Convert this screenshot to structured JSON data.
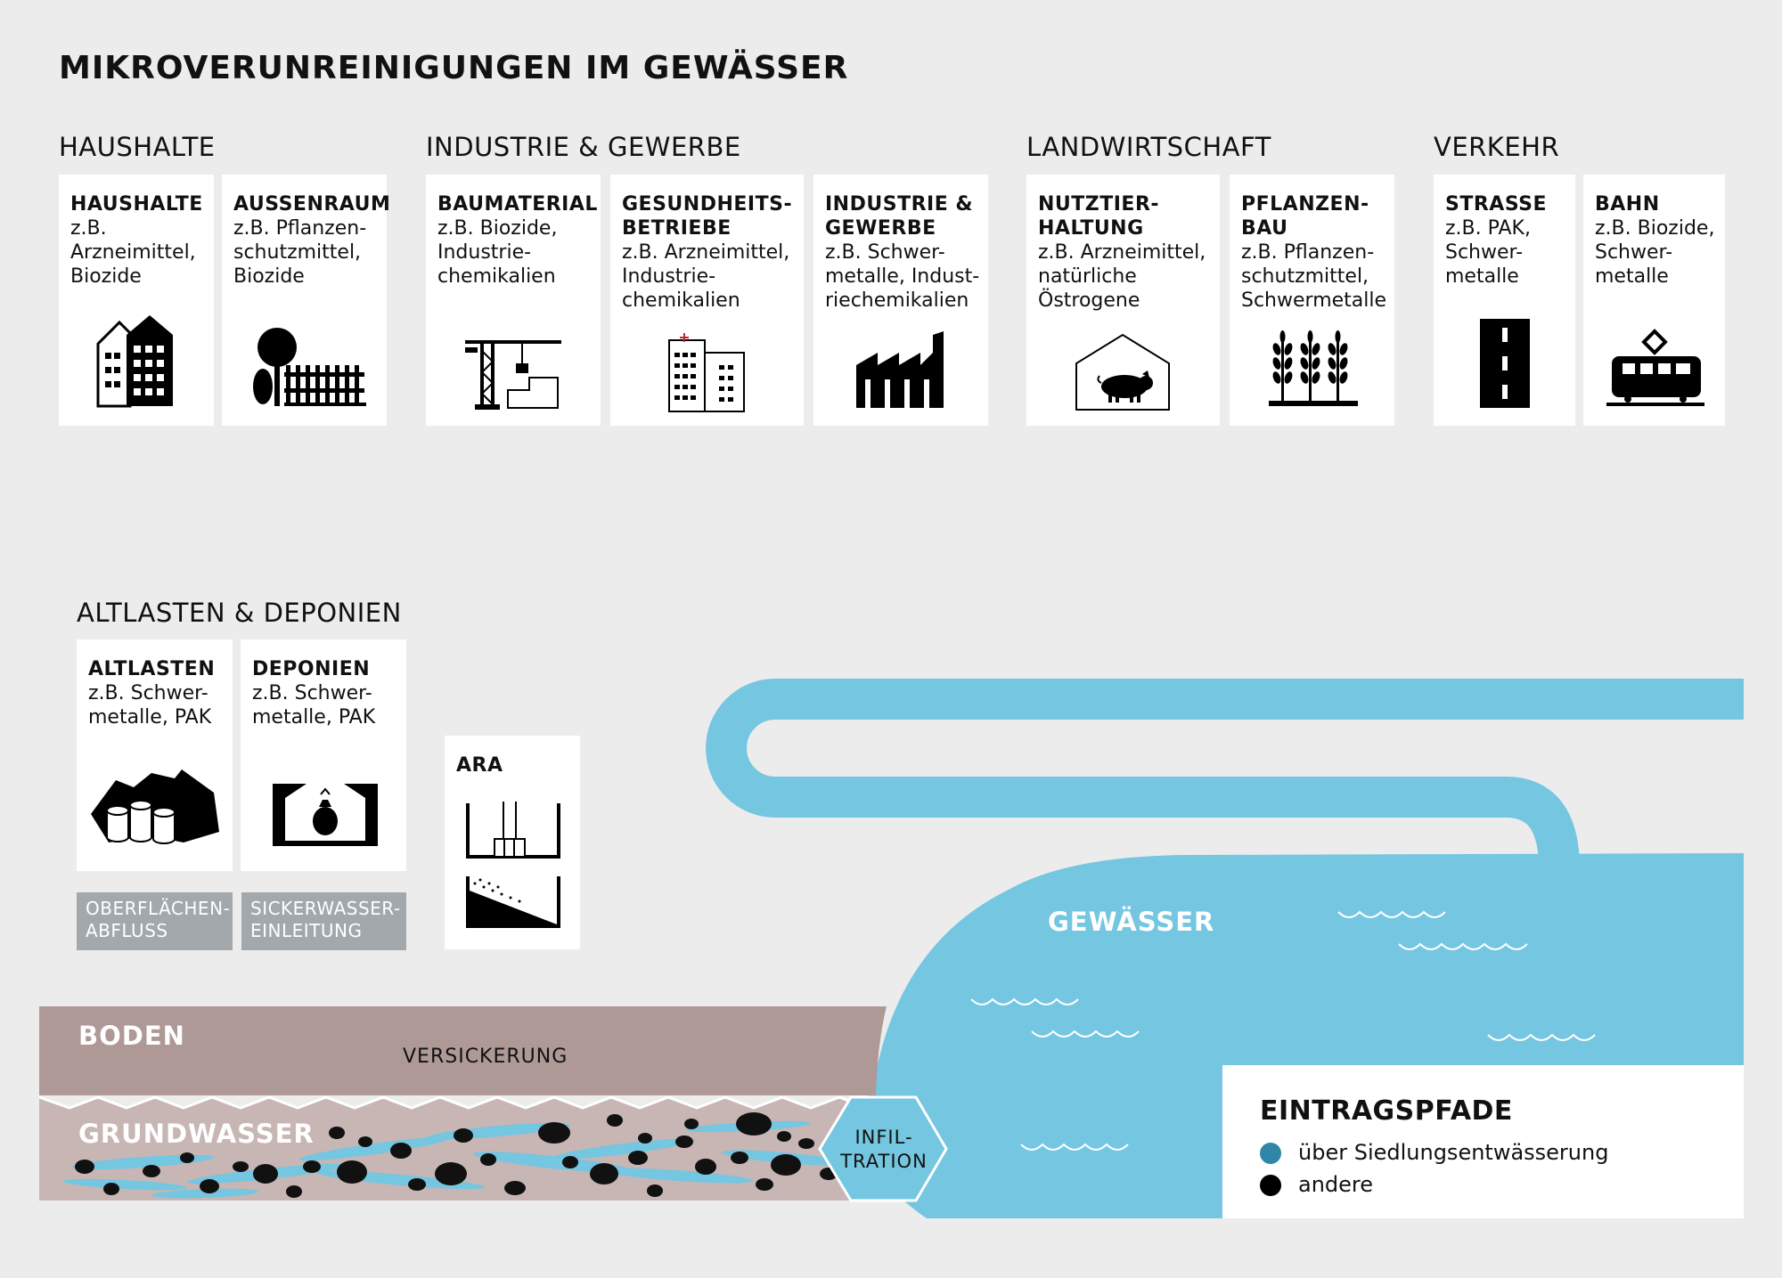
{
  "title": "MIKROVERUNREINIGUNGEN IM GEWÄSSER",
  "groups": {
    "haushalte": "HAUSHALTE",
    "industrie": "INDUSTRIE & GEWERBE",
    "landwirtschaft": "LANDWIRTSCHAFT",
    "verkehr": "VERKEHR",
    "altlasten": "ALTLASTEN & DEPONIEN"
  },
  "cards": [
    {
      "title": "HAUSHALTE",
      "desc": "z.B.\nArzneimittel,\nBiozide",
      "icon": "apartment-buildings-icon"
    },
    {
      "title": "AUSSENRAUM",
      "desc": "z.B. Pflanzen-\nschutzmittel,\nBiozide",
      "icon": "tree-fence-icon"
    },
    {
      "title": "BAUMATERIAL",
      "desc": "z.B. Biozide,\nIndustrie-\nchemikalien",
      "icon": "construction-crane-icon"
    },
    {
      "title": "GESUNDHEITS-\nBETRIEBE",
      "desc": "z.B. Arzneimittel,\nIndustrie-\nchemikalien",
      "icon": "hospital-icon"
    },
    {
      "title": "INDUSTRIE &\nGEWERBE",
      "desc": "z.B. Schwer-\nmetalle, Indust-\nriechemikalien",
      "icon": "factory-icon"
    },
    {
      "title": "NUTZTIER-\nHALTUNG",
      "desc": "z.B. Arzneimittel,\nnatürliche\nÖstrogene",
      "icon": "pig-barn-icon"
    },
    {
      "title": "PFLANZEN-\nBAU",
      "desc": "z.B. Pflanzen-\nschutzmittel,\nSchwermetalle",
      "icon": "wheat-icon"
    },
    {
      "title": "STRASSE",
      "desc": "z.B. PAK,\nSchwer-\nmetalle",
      "icon": "road-icon"
    },
    {
      "title": "BAHN",
      "desc": "z.B. Biozide,\nSchwer-\nmetalle",
      "icon": "tram-icon"
    },
    {
      "title": "ALTLASTEN",
      "desc": "z.B. Schwer-\nmetalle, PAK",
      "icon": "contaminated-site-barrels-icon"
    },
    {
      "title": "DEPONIEN",
      "desc": "z.B. Schwer-\nmetalle, PAK",
      "icon": "landfill-icon"
    }
  ],
  "ara": {
    "title": "ARA",
    "icon": "wastewater-treatment-icon"
  },
  "tags": {
    "oberflaechen": "OBERFLÄCHEN-\nABFLUSS",
    "sickerwasser": "SICKERWASSER-\nEINLEITUNG"
  },
  "landscape": {
    "boden": "BODEN",
    "versickerung": "VERSICKERUNG",
    "grundwasser": "GRUNDWASSER",
    "infiltration": "INFIL-\nTRATION",
    "gewaesser": "GEWÄSSER"
  },
  "legend": {
    "title": "EINTRAGSPFADE",
    "items": [
      {
        "label": "über Siedlungsentwässerung",
        "color": "#2f86a6"
      },
      {
        "label": "andere",
        "color": "#000000"
      }
    ]
  },
  "colors": {
    "water": "#74c6e1",
    "soil": "#ae9997",
    "groundwater": "#c7b6b4",
    "tag": "#a3a8ad"
  }
}
